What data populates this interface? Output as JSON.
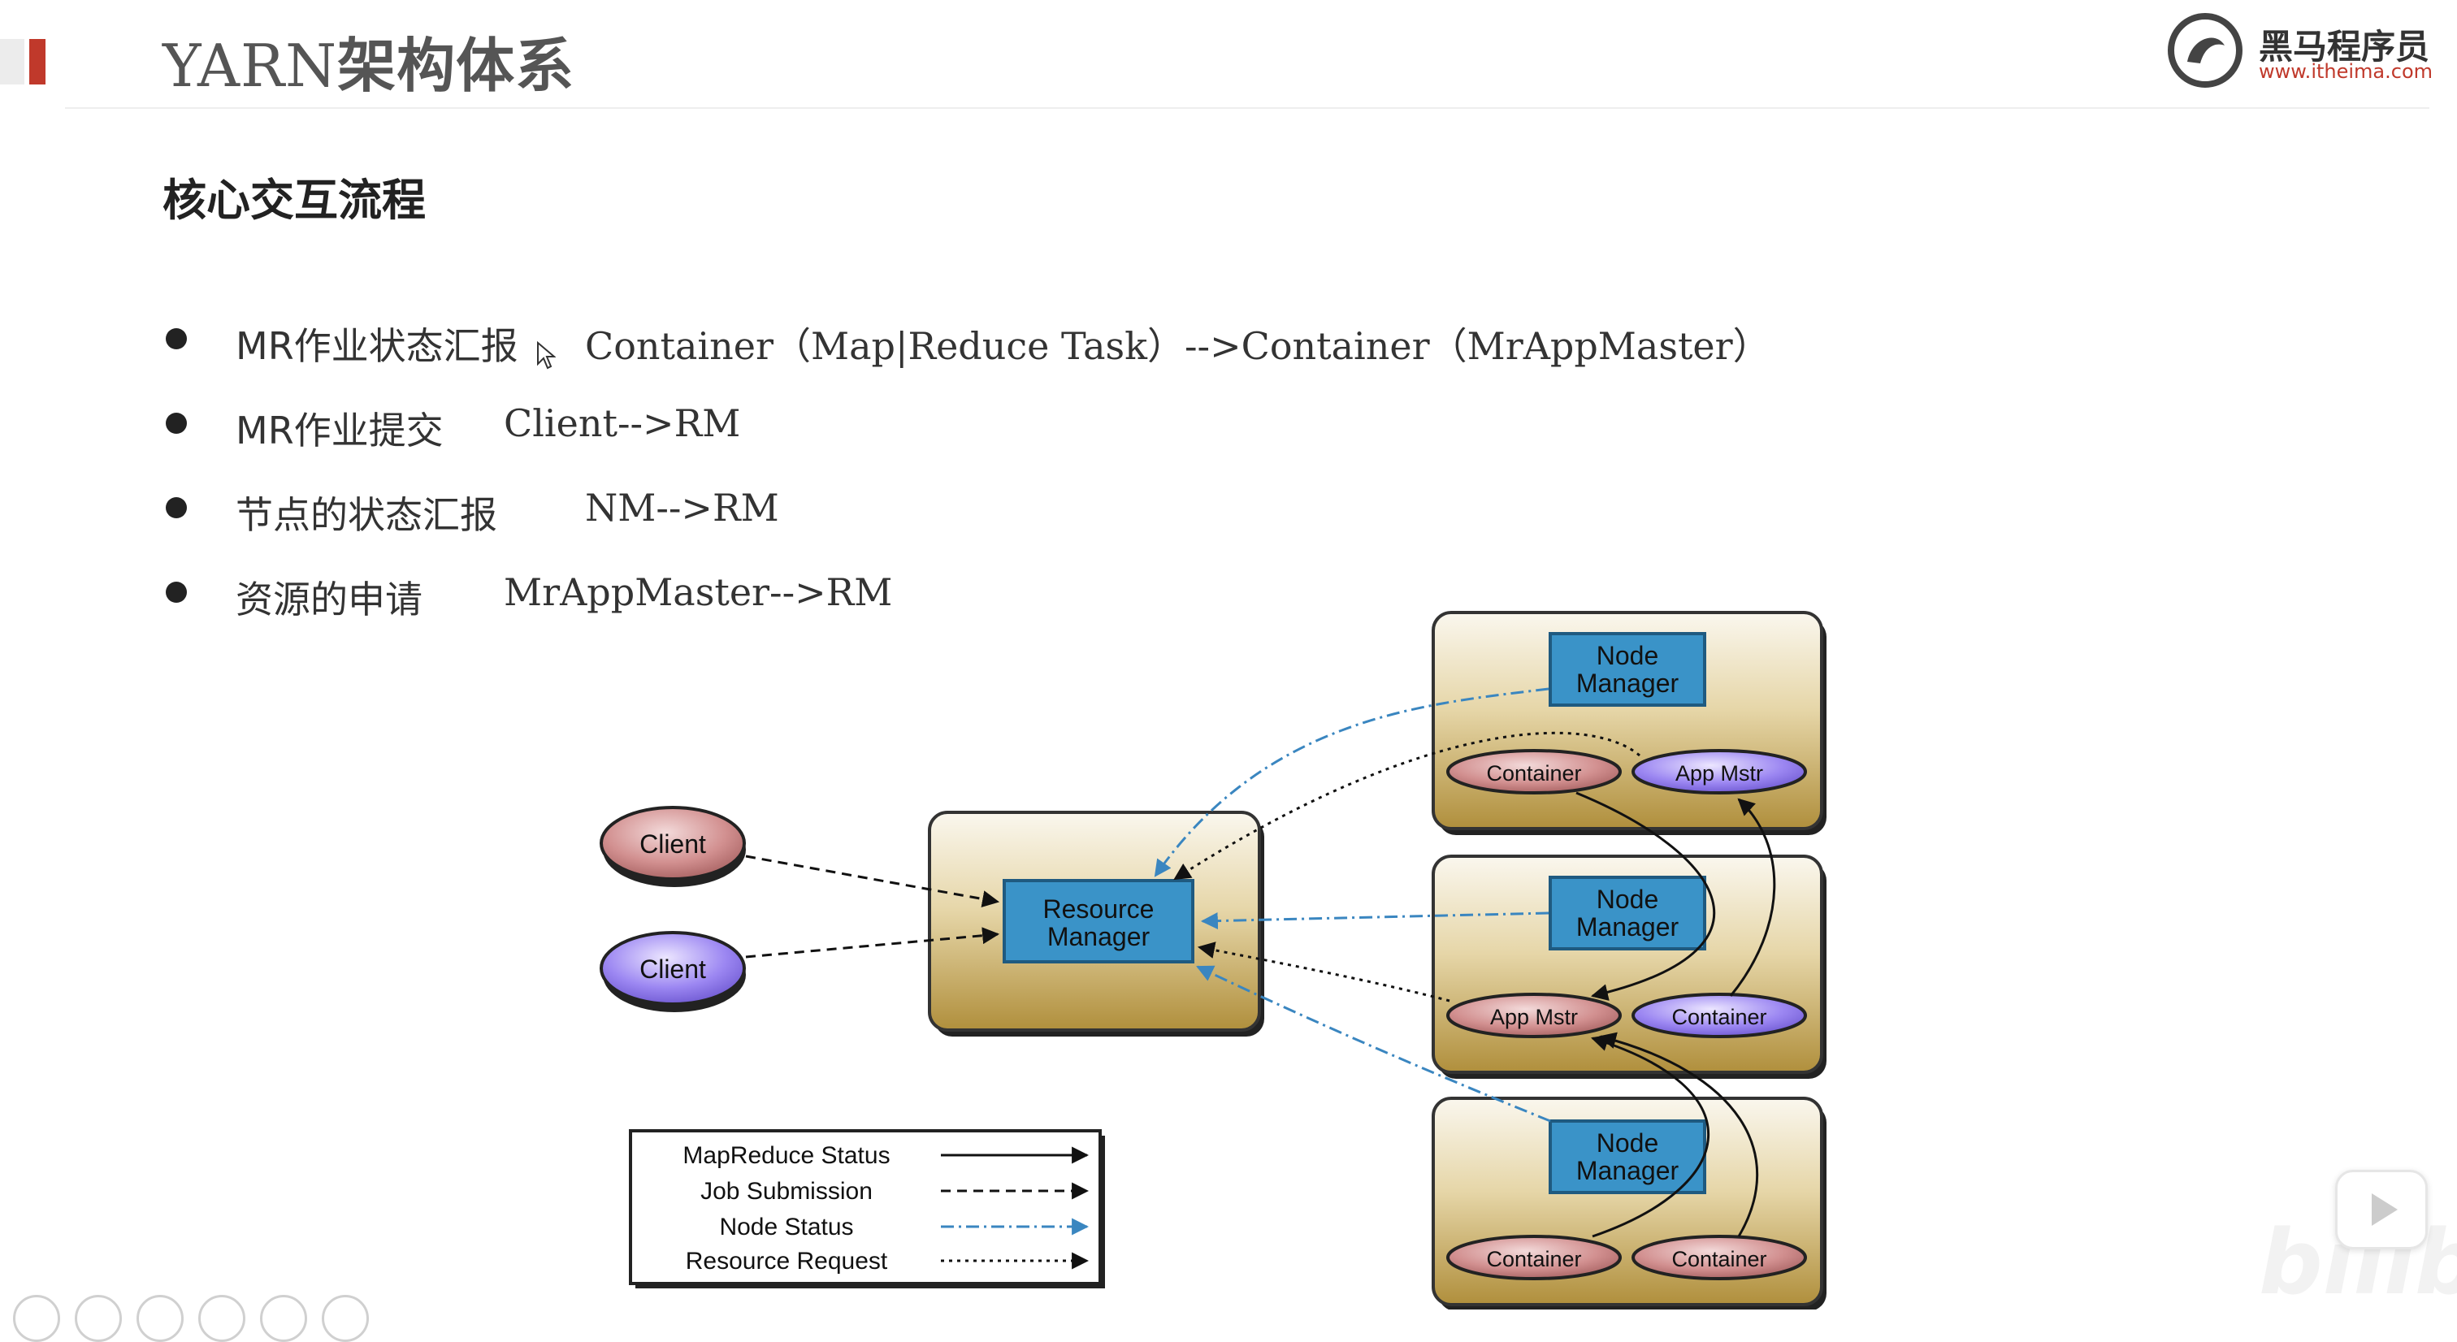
{
  "header": {
    "title_latin": "YARN",
    "title_cn": "架构体系",
    "logo_cn": "黑马程序员",
    "logo_url": "www.itheima.com"
  },
  "section": {
    "heading": "核心交互流程"
  },
  "bullets": [
    {
      "label": "MR作业状态汇报",
      "detail": "Container（Map|Reduce Task）-->Container（MrAppMaster）"
    },
    {
      "label": "MR作业提交",
      "detail": "Client-->RM"
    },
    {
      "label": "节点的状态汇报",
      "detail": "NM-->RM"
    },
    {
      "label": "资源的申请",
      "detail": "MrAppMaster-->RM"
    }
  ],
  "diagram": {
    "clients": [
      "Client",
      "Client"
    ],
    "resource_manager": "Resource Manager",
    "rm_line1": "Resource",
    "rm_line2": "Manager",
    "nm_line1": "Node",
    "nm_line2": "Manager",
    "node1": {
      "left": "Container",
      "right": "App Mstr"
    },
    "node2": {
      "left": "App Mstr",
      "right": "Container"
    },
    "node3": {
      "left": "Container",
      "right": "Container"
    },
    "legend": [
      "MapReduce Status",
      "Job Submission",
      "Node Status",
      "Resource Request"
    ],
    "colors": {
      "box_top": "#f7f2e4",
      "box_bottom": "#b89a4a",
      "manager_fill": "#3a93c8",
      "container_fill": "#d48d8d",
      "appmstr_fill": "#9a85ee",
      "node_status": "#3a86c0"
    }
  },
  "icons": [
    "cursor-icon",
    "logo-icon",
    "prev-icon",
    "next-icon",
    "pen-icon",
    "pages-icon",
    "zoom-icon",
    "more-icon",
    "play-icon"
  ],
  "watermark": "bilibili"
}
